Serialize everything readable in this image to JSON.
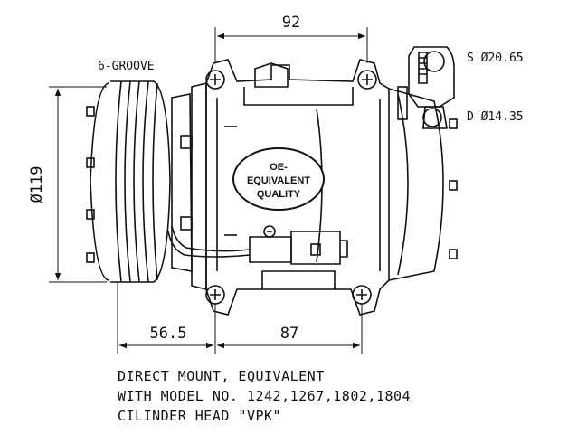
{
  "labels": {
    "groove": "6-GROOVE",
    "suction": "S  Ø20.65",
    "discharge": "D  Ø14.35"
  },
  "dimensions": {
    "top_width": "92",
    "diameter": "Ø119",
    "bottom_left": "56.5",
    "bottom_right": "87"
  },
  "stamp": {
    "line1": "OE-",
    "line2": "EQUIVALENT",
    "line3": "QUALITY"
  },
  "notes": [
    "DIRECT MOUNT, EQUIVALENT",
    "WITH MODEL NO. 1242,1267,1802,1804",
    "CILINDER HEAD \"VPK\""
  ]
}
